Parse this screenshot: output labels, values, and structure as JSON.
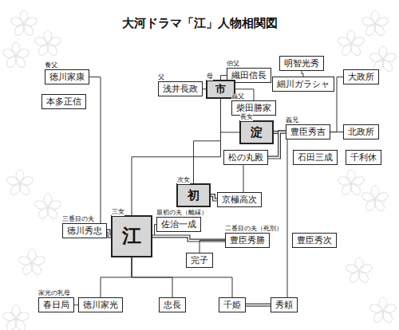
{
  "diagram": {
    "title": "大河ドラマ「江」人物相関図",
    "nodes": [
      {
        "text": [
          "伯父",
          "織田信長"
        ]
      },
      {
        "text": [
          "明智光秀"
        ]
      },
      {
        "text": [
          "細川ガラシャ"
        ]
      },
      {
        "text": [
          "養父",
          "徳川家康"
        ]
      },
      {
        "text": [
          "父",
          "浅井長政"
        ]
      },
      {
        "text": [
          "母",
          "市"
        ]
      },
      {
        "text": [
          "義父",
          "柴田勝家"
        ]
      },
      {
        "text": [
          "大政所"
        ]
      },
      {
        "text": [
          "本多正信"
        ]
      },
      {
        "text": [
          "長女",
          "淀"
        ]
      },
      {
        "text": [
          "義兄",
          "豊臣秀吉"
        ]
      },
      {
        "text": [
          "北政所"
        ]
      },
      {
        "text": [
          "松の丸殿"
        ]
      },
      {
        "text": [
          "石田三成"
        ]
      },
      {
        "text": [
          "千利休"
        ]
      },
      {
        "text": [
          "次女",
          "初"
        ]
      },
      {
        "text": [
          "京極高次"
        ]
      },
      {
        "text": [
          "三女",
          "江"
        ]
      },
      {
        "text": [
          "三番目の夫",
          "徳川秀忠"
        ]
      },
      {
        "text": [
          "最初の夫（離縁）",
          "佐治一成"
        ]
      },
      {
        "text": [
          "二番目の夫（死別）",
          "豊臣秀勝"
        ]
      },
      {
        "text": [
          "豊臣秀次"
        ]
      },
      {
        "text": [
          "完子"
        ]
      },
      {
        "text": [
          "家光の乳母",
          "春日局"
        ]
      },
      {
        "text": [
          "徳川家光"
        ]
      },
      {
        "text": [
          "忠長"
        ]
      },
      {
        "text": [
          "千姫"
        ]
      },
      {
        "text": [
          "秀頼"
        ]
      }
    ],
    "edges": [
      {
        "from": 0,
        "to": 5,
        "arrow": "none"
      },
      {
        "from": 5,
        "to": 6,
        "arrow": "none"
      },
      {
        "from": 4,
        "to": 5,
        "arrow": "none"
      },
      {
        "from": 5,
        "to": 9,
        "arrow": "none"
      },
      {
        "from": 5,
        "to": 15,
        "arrow": "none"
      },
      {
        "from": 5,
        "to": 17,
        "arrow": "none"
      },
      {
        "from": 1,
        "to": 2,
        "arrow": "none"
      },
      {
        "from": 3,
        "to": 18,
        "arrow": "none"
      },
      {
        "from": 9,
        "to": 10,
        "arrow": "none"
      },
      {
        "from": 10,
        "to": 7,
        "arrow": "none"
      },
      {
        "from": 10,
        "to": 11,
        "arrow": "none"
      },
      {
        "from": 10,
        "to": 12,
        "arrow": "none"
      },
      {
        "from": 12,
        "to": 16,
        "arrow": "none"
      },
      {
        "from": 15,
        "to": 16,
        "arrow": "none"
      },
      {
        "from": 10,
        "to": 27,
        "arrow": "none"
      },
      {
        "from": 17,
        "to": 19,
        "arrow": "none"
      },
      {
        "from": 17,
        "to": 20,
        "arrow": "none"
      },
      {
        "from": 20,
        "to": 22,
        "arrow": "none"
      },
      {
        "from": 17,
        "to": 18,
        "arrow": "none"
      },
      {
        "from": 17,
        "to": 24,
        "arrow": "none"
      },
      {
        "from": 17,
        "to": 25,
        "arrow": "none"
      },
      {
        "from": 17,
        "to": 26,
        "arrow": "none"
      },
      {
        "from": 26,
        "to": 27,
        "arrow": "none"
      },
      {
        "from": 23,
        "to": 24,
        "arrow": "none"
      }
    ]
  }
}
